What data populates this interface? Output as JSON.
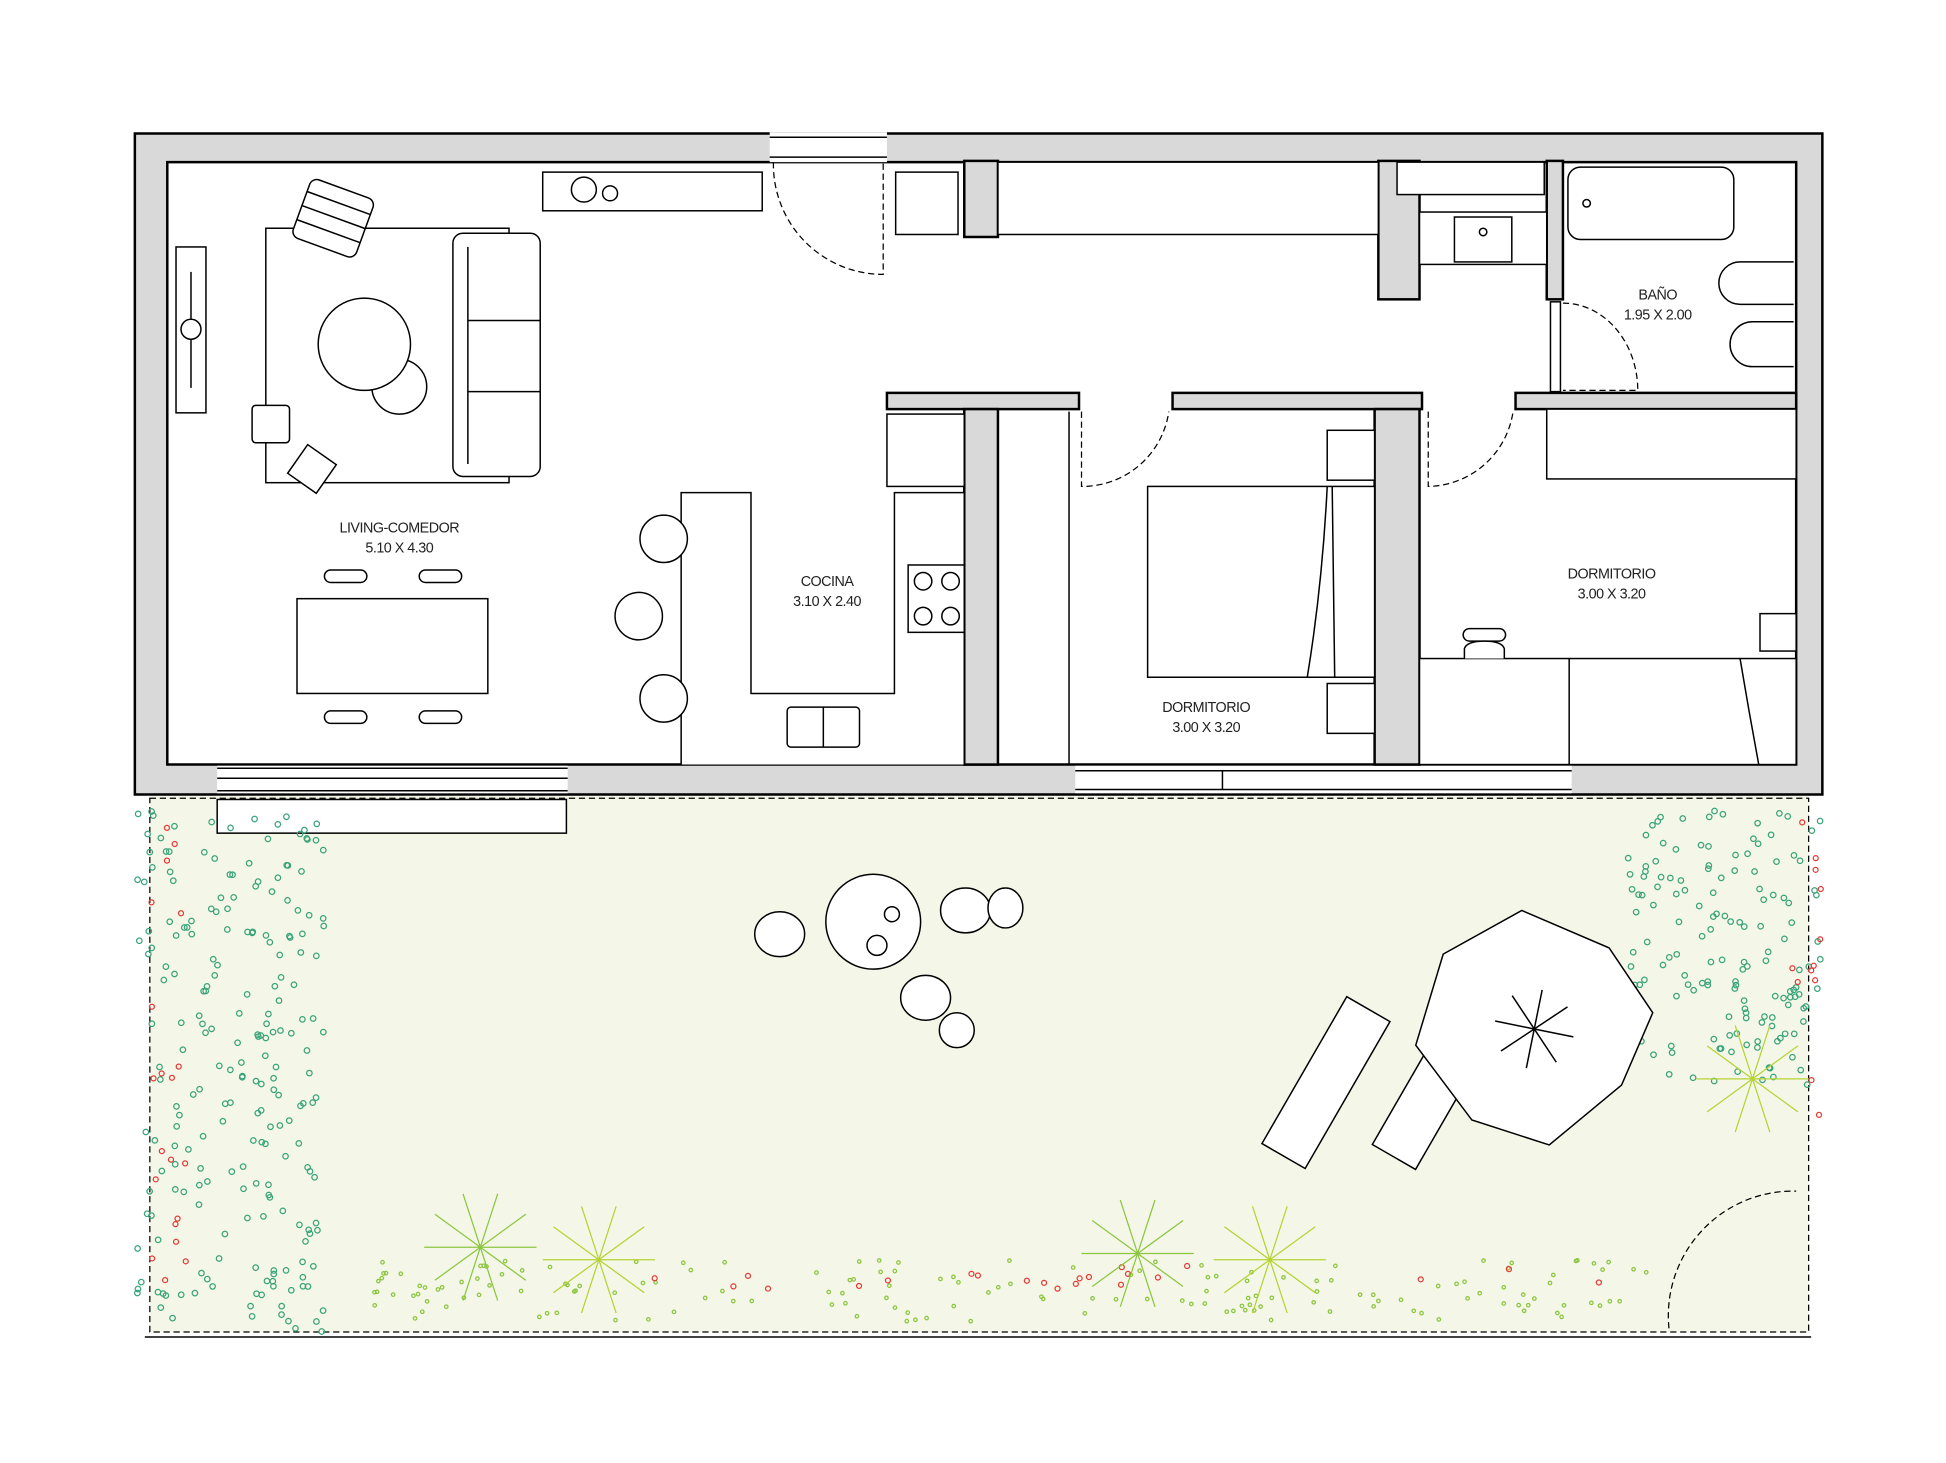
{
  "rooms": [
    {
      "name": "LIVING-COMEDOR",
      "size": "5.10 X 4.30"
    },
    {
      "name": "COCINA",
      "size": "3.10 X 2.40"
    },
    {
      "name": "DORMITORIO",
      "size": "3.00 X 3.20"
    },
    {
      "name": "DORMITORIO",
      "size": "3.00 X 3.20"
    },
    {
      "name": "BAÑO",
      "size": "1.95 X 2.00"
    }
  ],
  "colors": {
    "wall": "#d9d9d9",
    "garden": "#f4f7e8",
    "foliage": "#3aa37a",
    "tree": "#8cc63f",
    "flower": "#e53935"
  }
}
